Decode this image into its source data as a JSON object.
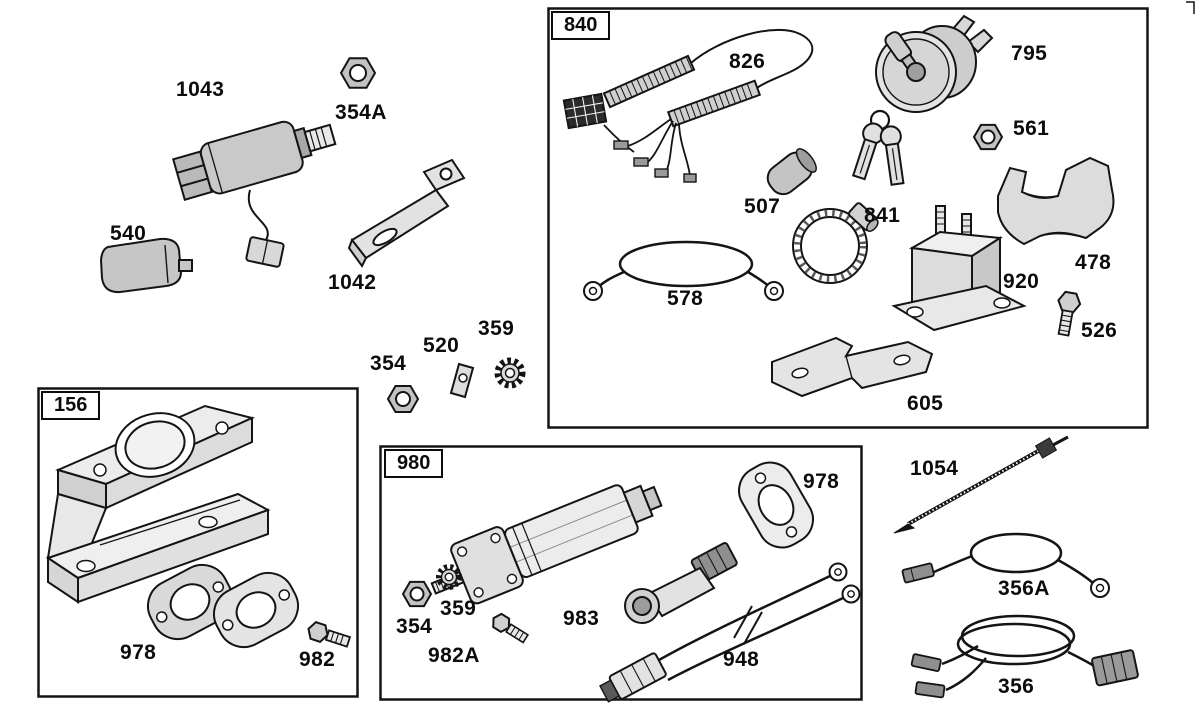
{
  "colors": {
    "ink": "#141414",
    "background": "#ffffff"
  },
  "boxes": {
    "b840": "840",
    "b156": "156",
    "b980": "980"
  },
  "parts": {
    "n1043": "1043",
    "n354a": "354A",
    "n540": "540",
    "n1042": "1042",
    "n354_top": "354",
    "n520": "520",
    "n359_top": "359",
    "n826": "826",
    "n795": "795",
    "n561": "561",
    "n507": "507",
    "n841": "841",
    "n478": "478",
    "n920": "920",
    "n526": "526",
    "n578": "578",
    "n605": "605",
    "n978_left": "978",
    "n982": "982",
    "n359_mid": "359",
    "n354_mid": "354",
    "n982a": "982A",
    "n983": "983",
    "n978_right": "978",
    "n948": "948",
    "n1054": "1054",
    "n356a": "356A",
    "n356": "356"
  }
}
